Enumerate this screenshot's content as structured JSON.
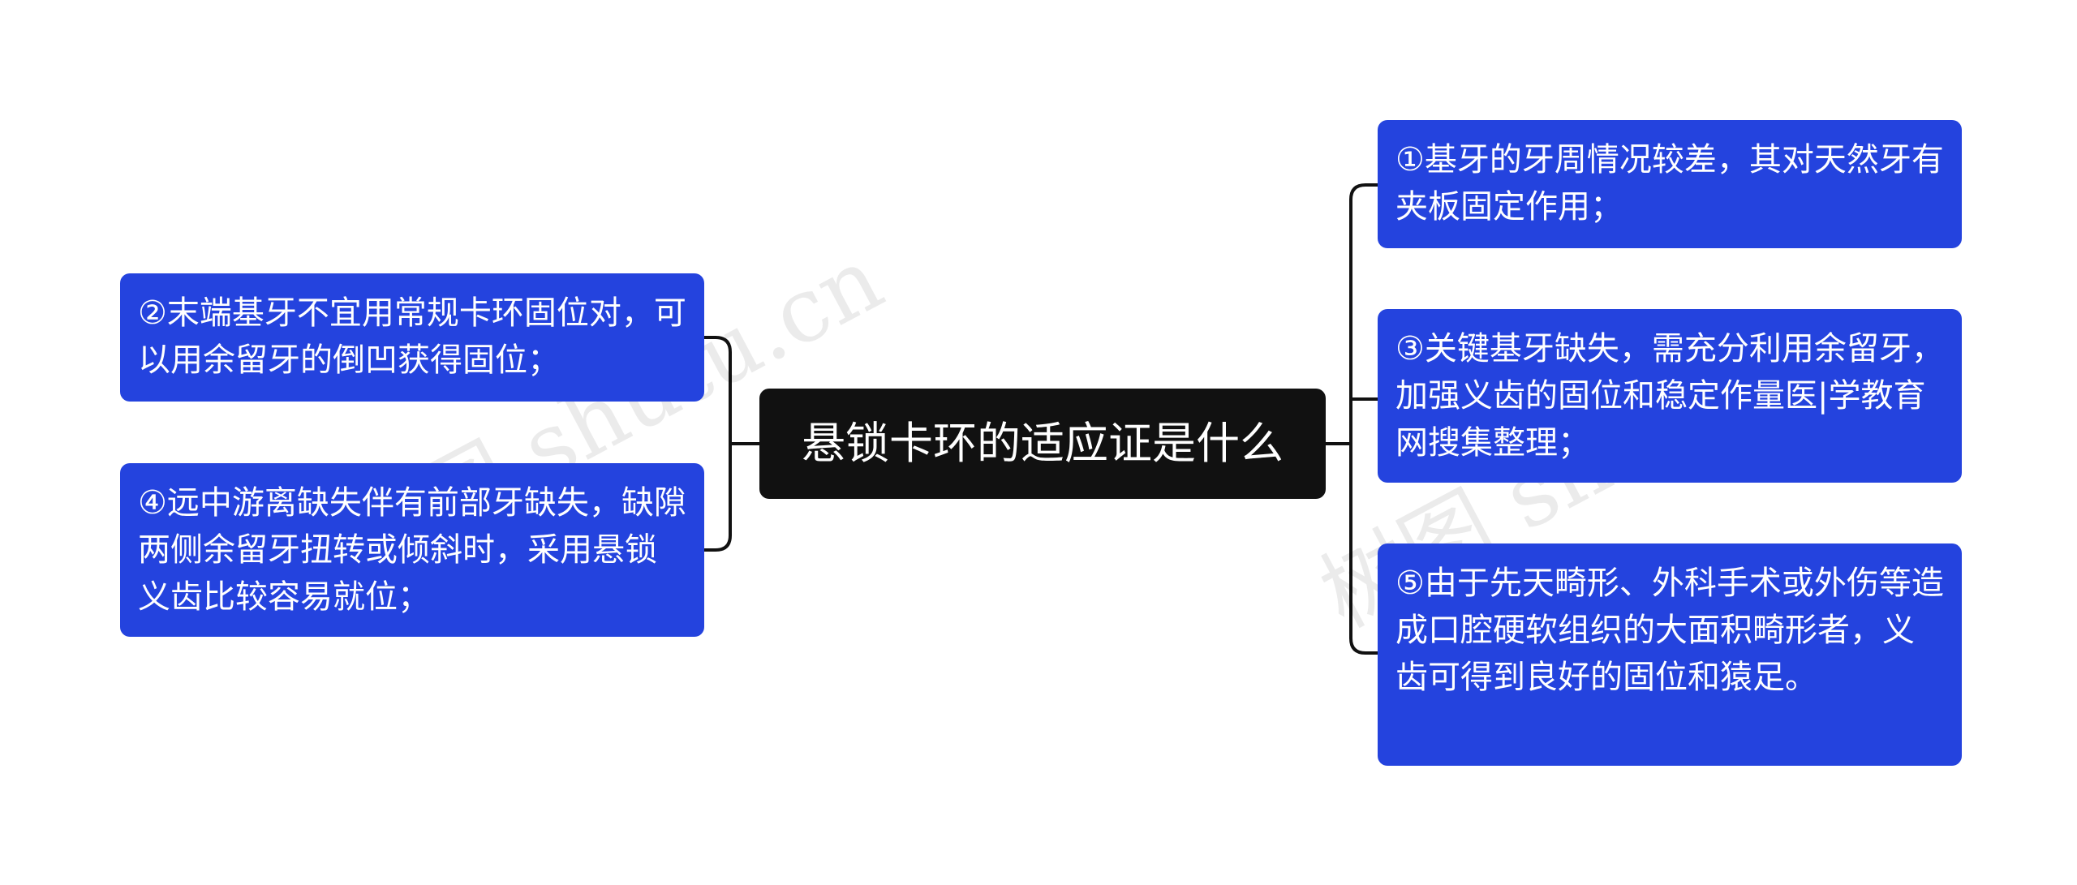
{
  "center": {
    "title": "悬锁卡环的适应证是什么"
  },
  "left_nodes": [
    {
      "text": "②末端基牙不宜用常规卡环固位对，可以用余留牙的倒凹获得固位；"
    },
    {
      "text": "④远中游离缺失伴有前部牙缺失，缺隙两侧余留牙扭转或倾斜时，采用悬锁义齿比较容易就位；"
    }
  ],
  "right_nodes": [
    {
      "text": "①基牙的牙周情况较差，其对天然牙有夹板固定作用；"
    },
    {
      "text": "③关键基牙缺失，需充分利用余留牙，加强义齿的固位和稳定作量医|学教育网搜集整理；"
    },
    {
      "text": "⑤由于先天畸形、外科手术或外伤等造成口腔硬软组织的大面积畸形者，义齿可得到良好的固位和猿足。"
    }
  ],
  "watermarks": [
    "树图 shutu.cn",
    "树图 shutu.cn"
  ],
  "colors": {
    "leaf": "#2443de",
    "center": "#111111",
    "connector": "#111111"
  }
}
